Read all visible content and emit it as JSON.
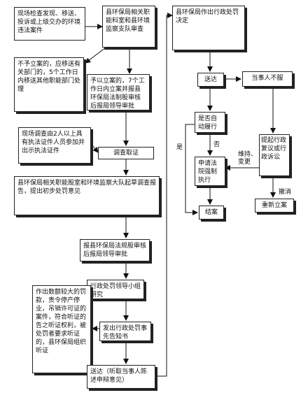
{
  "nodes": {
    "n1": "现场检查发现、移送、投诉或上级交办的环境违法案件",
    "n2": "县环保局相关职能科室和县环境监察支队审查",
    "n3": "不予立案的，应移送有关部门的，5个工作日内移送其他职能部门处理",
    "n4": "予以立案的，7个工作日内立案并报县环保局法制股审核后报局领导审批",
    "n5": "现场调查由2人以上具有执法证件人员参加并出示执法证件",
    "n6": "调查取证",
    "n7": "县环保局相关职能股室和环境监察大队起草调查报告，提出初步处罚意见",
    "n8": "报县环保局法规股审核后报局领导审批",
    "n9": "行政处罚领导小组研究",
    "n10": "作出数额较大的罚款，责令停产停业，吊销许可证的案件，符合听证的告之听证权利，被处罚者要求听证的，县环保局组织听证",
    "n11": "发出行政处罚事先告知书",
    "n12": "送达（听取当事人陈述申辩意见）",
    "n13": "县环保局作出行政处罚决定",
    "n14": "送达",
    "n15": "当事人不服",
    "n16": "是否自动履行",
    "n17": "提起行政复议或行政诉讼",
    "n18": "申请法院强制执行",
    "n19": "结案",
    "n20": "重新立案"
  },
  "edge_labels": {
    "yes": "是",
    "no": "否",
    "maintain": "维持、变更",
    "revoke": "撤消"
  }
}
